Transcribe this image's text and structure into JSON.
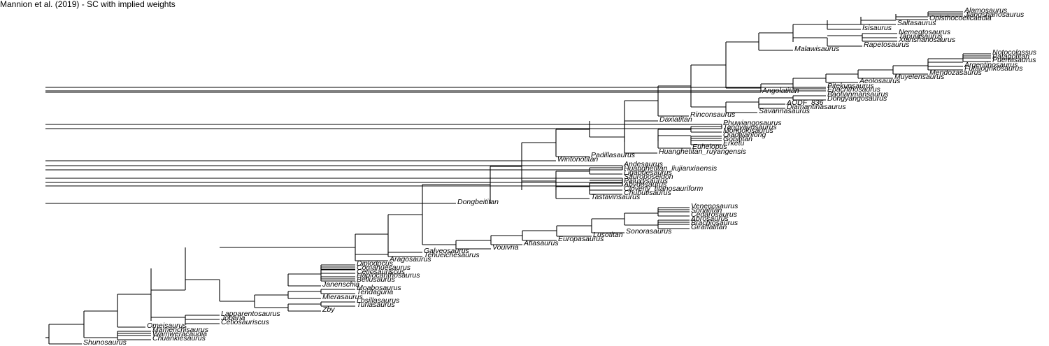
{
  "title": "Mannion et al. (2019) - SC with implied weights",
  "taxa": [
    "Alamosaurus",
    "Jiangshanosaurus",
    "Opisthocoelicaudia",
    "Saltasaurus",
    "Isisaurus",
    "Nemegtosaurus",
    "Tapuiasaurus",
    "Xianshanosaurus",
    "Rapetosaurus",
    "Malawisaurus",
    "Notocolossus",
    "Patagotitan",
    "Puertasaurus",
    "Argentinosaurus",
    "Futalognkosaurus",
    "Mendozasaurus",
    "Muyelensaurus",
    "Aeolosaurus",
    "Pitekunsaurus",
    "Epachthosaurus",
    "Angolatitan",
    "Baotianmansaurus",
    "Dongyangosaurus",
    "AODF_836",
    "Diamantinasaurus",
    "Savannasaurus",
    "Rinconsaurus",
    "Daxiatitan",
    "Phuwiangosaurus",
    "Tangvayosaurus",
    "Mongolosaurus",
    "Qiaowanlong",
    "Gobititan",
    "Erketu",
    "Euhelopus",
    "Huanghetitan_ruyangensis",
    "Padillasaurus",
    "Wintonotitan",
    "Andesaurus",
    "Huanghetitan_liujianxiaensis",
    "Ligabuesaurus",
    "Sauroposeidon",
    "Paluxysaurus",
    "Abydosaurus",
    "Cloverly_titanosauriform",
    "Chubutisaurus",
    "Tastavinsaurus",
    "Dongbeititan",
    "Venenosaurus",
    "Sonatitan",
    "Cedarosaurus",
    "Abrosaurus",
    "Brachiosaurus",
    "Giraffatitan",
    "Sonorasaurus",
    "Lusotitan",
    "Europasaurus",
    "Atlasaurus",
    "Vouivria",
    "Galveosaurus",
    "Tehuelchesaurus",
    "Aragosaurus",
    "Diplodocus",
    "Comahuesaurus",
    "Cetiosauriscus",
    "Haplocanthosaurus",
    "Bellusaurus",
    "Janenschia",
    "Moabosaurus",
    "Tendaguria",
    "Mierasaurus",
    "Losillasaurus",
    "Turiasaurus",
    "Zby",
    "Lapparentosaurus",
    "Jobaria",
    "Cetiosauriscus",
    "Omeisaurus",
    "Mamenchisaurus",
    "Wamweracaudia",
    "Chuankiesaurus",
    "Shunosaurus"
  ]
}
